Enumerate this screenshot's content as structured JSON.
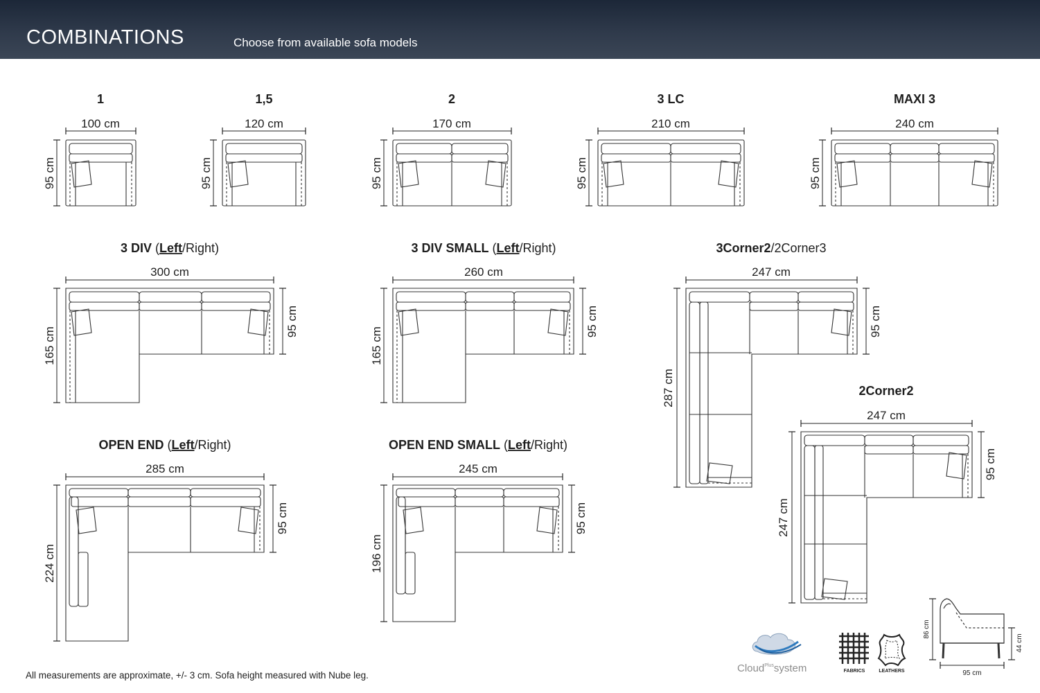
{
  "header": {
    "title": "COMBINATIONS",
    "subtitle": "Choose from available sofa models"
  },
  "models": {
    "m1": {
      "name": "1",
      "width": "100 cm",
      "depth": "95 cm"
    },
    "m15": {
      "name": "1,5",
      "width": "120 cm",
      "depth": "95 cm"
    },
    "m2": {
      "name": "2",
      "width": "170 cm",
      "depth": "95 cm"
    },
    "m3lc": {
      "name": "3 LC",
      "width": "210 cm",
      "depth": "95 cm"
    },
    "maxi3": {
      "name": "MAXI 3",
      "width": "240 cm",
      "depth": "95 cm"
    },
    "div3": {
      "name_bold": "3 DIV",
      "open": " (",
      "left": "Left",
      "right": "/Right)",
      "width": "300 cm",
      "depth": "165 cm",
      "seat_depth": "95 cm"
    },
    "div3s": {
      "name_bold": "3 DIV SMALL",
      "open": " (",
      "left": "Left",
      "right": "/Right)",
      "width": "260 cm",
      "depth": "165 cm",
      "seat_depth": "95 cm"
    },
    "c32": {
      "name_bold": "3Corner2",
      "rest": "/2Corner3",
      "width": "247 cm",
      "depth": "287 cm",
      "seat_depth": "95 cm"
    },
    "c22": {
      "name": "2Corner2",
      "width": "247 cm",
      "depth": "247 cm",
      "seat_depth": "95 cm"
    },
    "oe": {
      "name_bold": "OPEN END",
      "open": " (",
      "left": "Left",
      "right": "/Right)",
      "width": "285 cm",
      "depth": "224 cm",
      "seat_depth": "95 cm"
    },
    "oes": {
      "name_bold": "OPEN END SMALL",
      "open": " (",
      "left": "Left",
      "right": "/Right)",
      "width": "245 cm",
      "depth": "196 cm",
      "seat_depth": "95 cm"
    }
  },
  "logos": {
    "cloud": "Cloud",
    "cloud_plus": "Plus",
    "cloud_system": "system",
    "fabrics": "FABRICS",
    "leathers": "LEATHERS"
  },
  "side_view": {
    "height": "86 cm",
    "seat_height": "44 cm",
    "depth": "95 cm"
  },
  "footer": "All measurements are approximate, +/- 3 cm. Sofa height measured with Nube leg."
}
